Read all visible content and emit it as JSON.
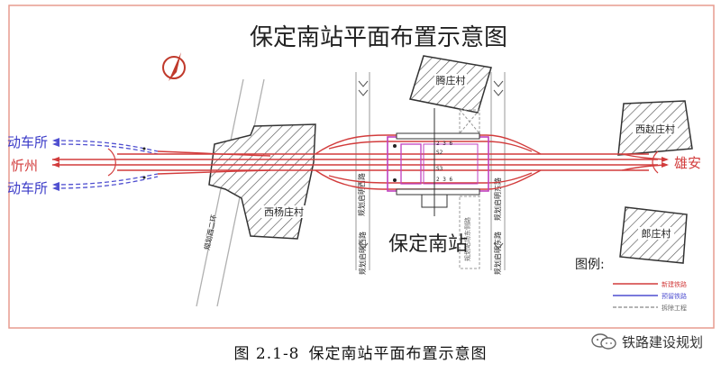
{
  "diagram": {
    "title": "保定南站平面布置示意图",
    "station_label": "保定南站",
    "left_labels": {
      "depot_top": "动车所",
      "main": "忻州",
      "depot_bottom": "动车所"
    },
    "right_label": "雄安",
    "villages": {
      "tengzhuang": "腾庄村",
      "xiyangzhuang": "西杨庄村",
      "xizhaozhuang": "西赵庄村",
      "langzhuang": "郎庄村"
    },
    "roads": {
      "ring2": "规划西二环",
      "qiming_w": "规划启明西路",
      "qiming_e": "规划启明东路",
      "underpass": "规划站场东侧路"
    },
    "legend": {
      "title": "图例:",
      "items": [
        {
          "label": "新建铁路",
          "color": "#d23c3c"
        },
        {
          "label": "预留铁路",
          "color": "#4f4fd0"
        },
        {
          "label": "拆除工程",
          "color": "#9a9a9a"
        }
      ]
    },
    "colors": {
      "new_rail": "#d23c3c",
      "reserved_rail": "#4f4fd0",
      "station": "#c040c0",
      "border": "#e79b8f"
    }
  },
  "caption": {
    "number": "图 2.1-8",
    "text": "保定南站平面布置示意图"
  },
  "watermark": {
    "text": "铁路建设规划",
    "icon": "wechat-icon"
  }
}
